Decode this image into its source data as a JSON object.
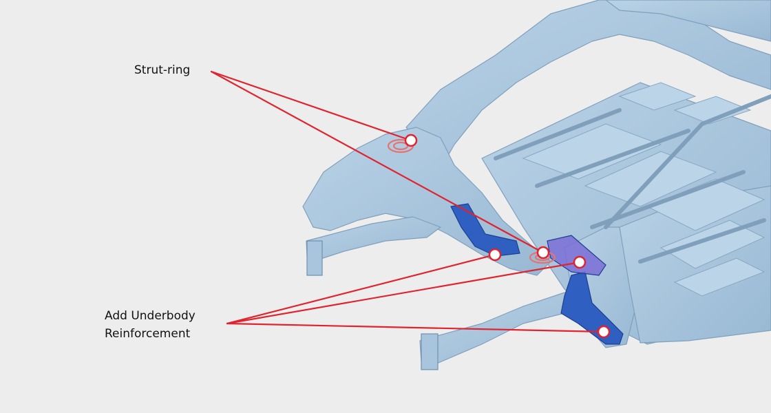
{
  "callouts": {
    "strut_ring": "Strut-ring",
    "underbody_line1": "Add Underbody",
    "underbody_line2": "Reinforcement"
  },
  "colors": {
    "background": "#ededed",
    "body_structure": "#a9c5dd",
    "body_edge": "#7f9fbb",
    "leader_line": "#e0232e",
    "strut_ring_highlight": "#e57373",
    "reinforcement_blue": "#2f5fc0",
    "reinforcement_purple": "#7a6fd6"
  }
}
